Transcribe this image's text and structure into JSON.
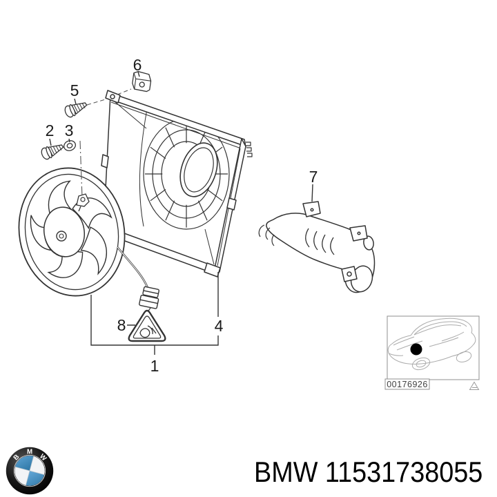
{
  "colors": {
    "background": "#ffffff",
    "line_art": "#333333",
    "callout_text": "#1a1a1a",
    "thumbnail_lines": "#ababab",
    "thumbnail_frame": "#8f8f8f",
    "location_dot": "#000000",
    "roundel_blue": "#3e8fc0",
    "roundel_black": "#0c0c0c",
    "footer_text": "#000000"
  },
  "diagram": {
    "description": "Exploded parts diagram of engine cooling fan, shroud and air duct",
    "callouts": {
      "c1": "1",
      "c2": "2",
      "c3": "3",
      "c4": "4",
      "c5": "5",
      "c6": "6",
      "c7": "7",
      "c8": "8"
    },
    "thumbnail": {
      "code": "00176926"
    }
  },
  "footer": {
    "logo_letters": [
      "B",
      "M",
      "W"
    ],
    "label": "BMW 11531738055"
  },
  "icons": {
    "bmw-roundel": "bmw-logo-roundel",
    "warning-triangle-icon": "rotating-fan-hazard-warning",
    "location-dot-icon": "part-location-marker",
    "small-triangle-icon": "catalog-footnote-triangle"
  }
}
